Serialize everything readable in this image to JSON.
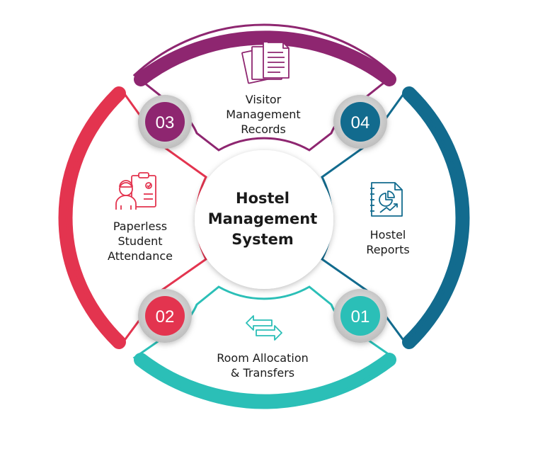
{
  "center": {
    "title": "Hostel\nManagement\nSystem"
  },
  "segments": [
    {
      "number": "03",
      "label": "Visitor\nManagement\nRecords",
      "color": "#8e2670",
      "icon": "documents-icon"
    },
    {
      "number": "04",
      "label": "Hostel\nReports",
      "color": "#126b8e",
      "icon": "report-chart-icon"
    },
    {
      "number": "01",
      "label": "Room Allocation\n& Transfers",
      "color": "#2bbfb7",
      "icon": "transfer-arrows-icon"
    },
    {
      "number": "02",
      "label": "Paperless\nStudent\nAttendance",
      "color": "#e3344f",
      "icon": "student-attendance-icon"
    }
  ]
}
